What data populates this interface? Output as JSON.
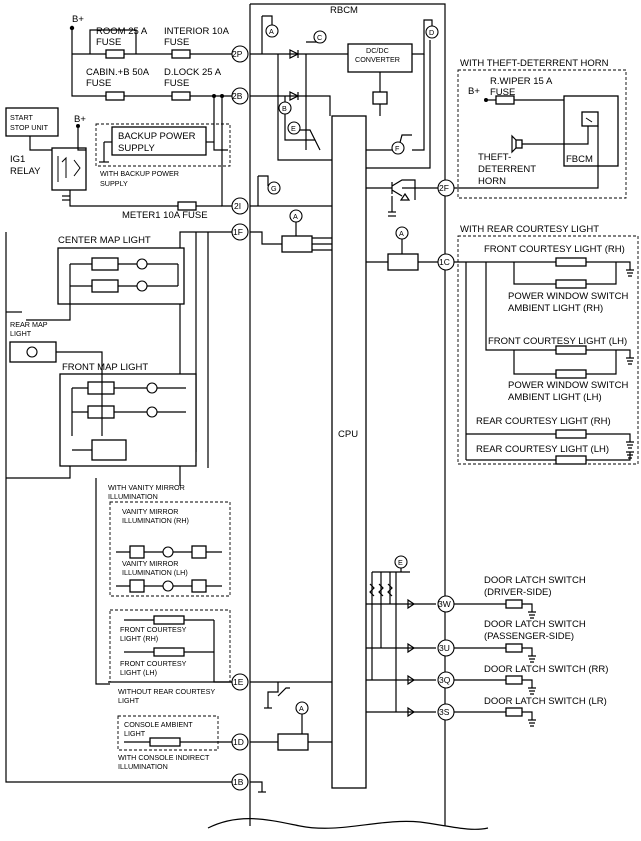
{
  "module": {
    "title": "RBCM",
    "cpu": "CPU",
    "dcdc": [
      "DC/DC",
      "CONVERTER"
    ],
    "fbcm": "FBCM"
  },
  "power": {
    "bplus": "B+",
    "fuses": [
      [
        "ROOM 25 A",
        "FUSE"
      ],
      [
        "INTERIOR 10A",
        "FUSE"
      ],
      [
        "CABIN.+B 50A",
        "FUSE"
      ],
      [
        "D.LOCK 25 A",
        "FUSE"
      ],
      [
        "R.WIPER 15 A",
        "FUSE"
      ]
    ],
    "meter_fuse": "METER1 10A FUSE",
    "start_stop": [
      "START",
      "STOP UNIT"
    ],
    "ig1_relay": [
      "IG1",
      "RELAY"
    ],
    "backup_supply": [
      "BACKUP POWER",
      "SUPPLY"
    ],
    "with_backup": [
      "WITH BACKUP POWER",
      "SUPPLY"
    ]
  },
  "connectors": [
    "2P",
    "2B",
    "2I",
    "1F",
    "2F",
    "1C",
    "3W",
    "3U",
    "3Q",
    "3S",
    "1E",
    "1D",
    "1B"
  ],
  "markers": [
    "A",
    "B",
    "C",
    "D",
    "E",
    "F",
    "G"
  ],
  "groups": {
    "theft_horn": "WITH THEFT-DETERRENT HORN",
    "theft_horn_name": [
      "THEFT-",
      "DETERRENT",
      "HORN"
    ],
    "rear_courtesy": "WITH REAR COURTESY LIGHT",
    "vanity": [
      "WITH VANITY MIRROR",
      "ILLUMINATION"
    ],
    "without_rear": [
      "WITHOUT REAR COURTESY",
      "LIGHT"
    ],
    "console_ambient": [
      "CONSOLE AMBIENT",
      "LIGHT"
    ],
    "console_indirect": [
      "WITH CONSOLE INDIRECT",
      "ILLUMINATION"
    ]
  },
  "lights": {
    "center_map": "CENTER MAP LIGHT",
    "rear_map": [
      "REAR MAP",
      "LIGHT"
    ],
    "front_map": "FRONT MAP LIGHT",
    "vanity_rh": [
      "VANITY MIRROR",
      "ILLUMINATION (RH)"
    ],
    "vanity_lh": [
      "VANITY MIRROR",
      "ILLUMINATION (LH)"
    ],
    "front_courtesy_rh_l": [
      "FRONT COURTESY",
      "LIGHT (RH)"
    ],
    "front_courtesy_lh_l": [
      "FRONT COURTESY",
      "LIGHT (LH)"
    ],
    "front_courtesy_rh": "FRONT COURTESY LIGHT (RH)",
    "pw_ambient_rh": [
      "POWER WINDOW SWITCH",
      "AMBIENT LIGHT (RH)"
    ],
    "front_courtesy_lh": "FRONT COURTESY LIGHT (LH)",
    "pw_ambient_lh": [
      "POWER WINDOW SWITCH",
      "AMBIENT LIGHT (LH)"
    ],
    "rear_courtesy_rh": "REAR COURTESY LIGHT (RH)",
    "rear_courtesy_lh": "REAR COURTESY LIGHT (LH)"
  },
  "switches": {
    "driver": [
      "DOOR LATCH SWITCH",
      "(DRIVER-SIDE)"
    ],
    "passenger": [
      "DOOR LATCH SWITCH",
      "(PASSENGER-SIDE)"
    ],
    "rr": "DOOR LATCH SWITCH (RR)",
    "lr": "DOOR LATCH SWITCH (LR)"
  }
}
